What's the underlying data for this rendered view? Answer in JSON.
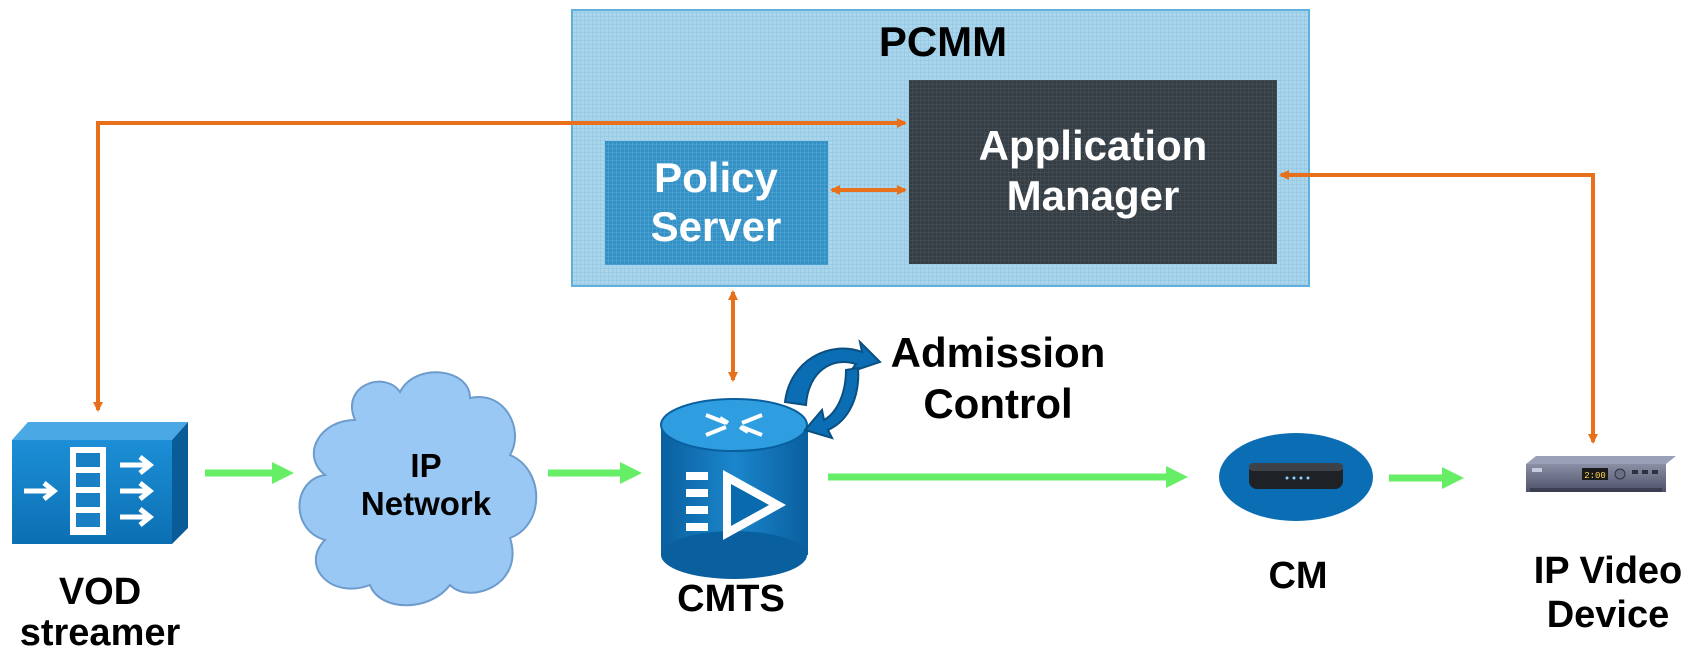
{
  "pcmm": {
    "title": "PCMM",
    "policy_server": [
      "Policy",
      "Server"
    ],
    "application_manager": [
      "Application",
      "Manager"
    ]
  },
  "nodes": {
    "vod_streamer": [
      "VOD",
      "streamer"
    ],
    "ip_network": [
      "IP",
      "Network"
    ],
    "cmts": "CMTS",
    "cm": "CM",
    "ip_video_device": [
      "IP Video",
      "Device"
    ]
  },
  "annotation": [
    "Admission",
    "Control"
  ],
  "device_display": "2:00",
  "colors": {
    "control_arrow": "#e8701a",
    "data_arrow": "#66ee66",
    "pcmm_box": "#a9d4ea",
    "policy_server": "#2f8fc4",
    "application_manager": "#343c44",
    "cloud": "#99c8f4",
    "cisco_blue": "#0b6db3"
  }
}
